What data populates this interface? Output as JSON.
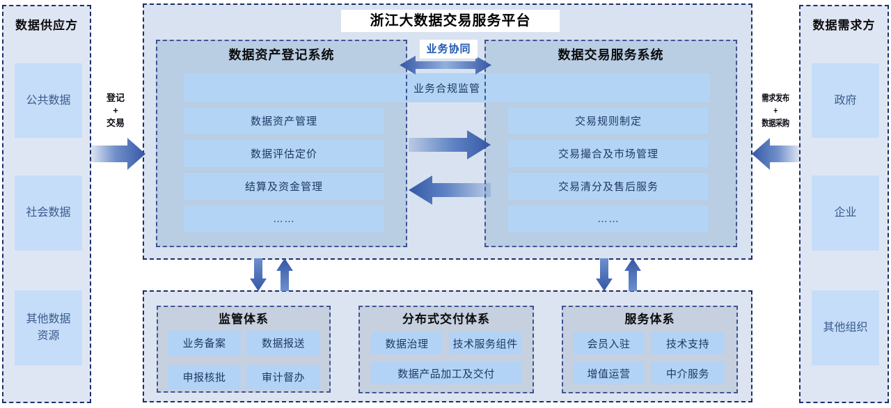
{
  "colors": {
    "arrow_blue": "#3f6ab8",
    "navy_text": "#1f3864",
    "collab_blue": "#1d55ae",
    "panel_bg": "#dfe6f3",
    "system_box_bg": "#b9cde3",
    "row_bg": "#b3d4f4",
    "dashed_border": "#1c2d68"
  },
  "left_panel": {
    "title": "数据供应方",
    "items": [
      "公共数据",
      "社会数据",
      "其他数据资源"
    ]
  },
  "right_panel": {
    "title": "数据需求方",
    "items": [
      "政府",
      "企业",
      "其他组织"
    ]
  },
  "left_flow": {
    "top": "登记",
    "mid": "+",
    "bottom": "交易"
  },
  "right_flow": {
    "top": "需求发布",
    "mid": "+",
    "bottom": "数据采购"
  },
  "platform": {
    "title": "浙江大数据交易服务平台",
    "collaboration_label": "业务协同",
    "compliance_label": "业务合规监管",
    "registration_system": {
      "title": "数据资产登记系统",
      "rows": [
        "数据资产管理",
        "数据评估定价",
        "结算及资金管理",
        "……"
      ]
    },
    "trading_system": {
      "title": "数据交易服务系统",
      "rows": [
        "交易规则制定",
        "交易撮合及市场管理",
        "交易清分及售后服务",
        "……"
      ]
    }
  },
  "foundation": {
    "supervision": {
      "title": "监管体系",
      "cells": [
        "业务备案",
        "数据报送",
        "申报核批",
        "审计督办"
      ]
    },
    "delivery": {
      "title": "分布式交付体系",
      "cells": [
        "数据治理",
        "技术服务组件",
        "数据产品加工及交付"
      ]
    },
    "service": {
      "title": "服务体系",
      "cells": [
        "会员入驻",
        "技术支持",
        "增值运营",
        "中介服务"
      ]
    }
  }
}
